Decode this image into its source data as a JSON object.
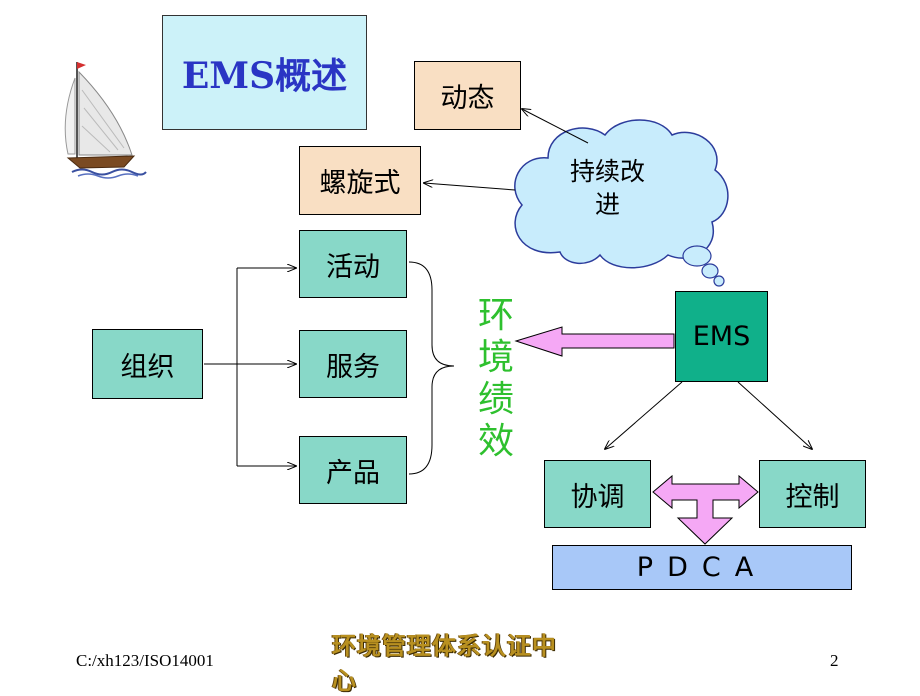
{
  "title": "EMS概述",
  "dynamic": "动态",
  "spiral": "螺旋式",
  "cloud": {
    "line1": "持续改",
    "line2": "进"
  },
  "activity": "活动",
  "service": "服务",
  "product": "产品",
  "organization": "组织",
  "performance": [
    "环",
    "境",
    "绩",
    "效"
  ],
  "ems": "EMS",
  "coordinate": "协调",
  "control": "控制",
  "pdca": "PDCA",
  "footer": {
    "path": "C:/xh123/ISO14001",
    "center": "环境管理体系认证中心",
    "page": "2"
  },
  "colors": {
    "teal": "#88d8c8",
    "ems": "#10b08a",
    "peach": "#f9dfc3",
    "pdca": "#a8c8f8",
    "arrow_pink": "#f5a8f5",
    "green_text": "#2ec02e",
    "title_bg": "#ccf2f9",
    "title_text": "#2a35c4"
  }
}
